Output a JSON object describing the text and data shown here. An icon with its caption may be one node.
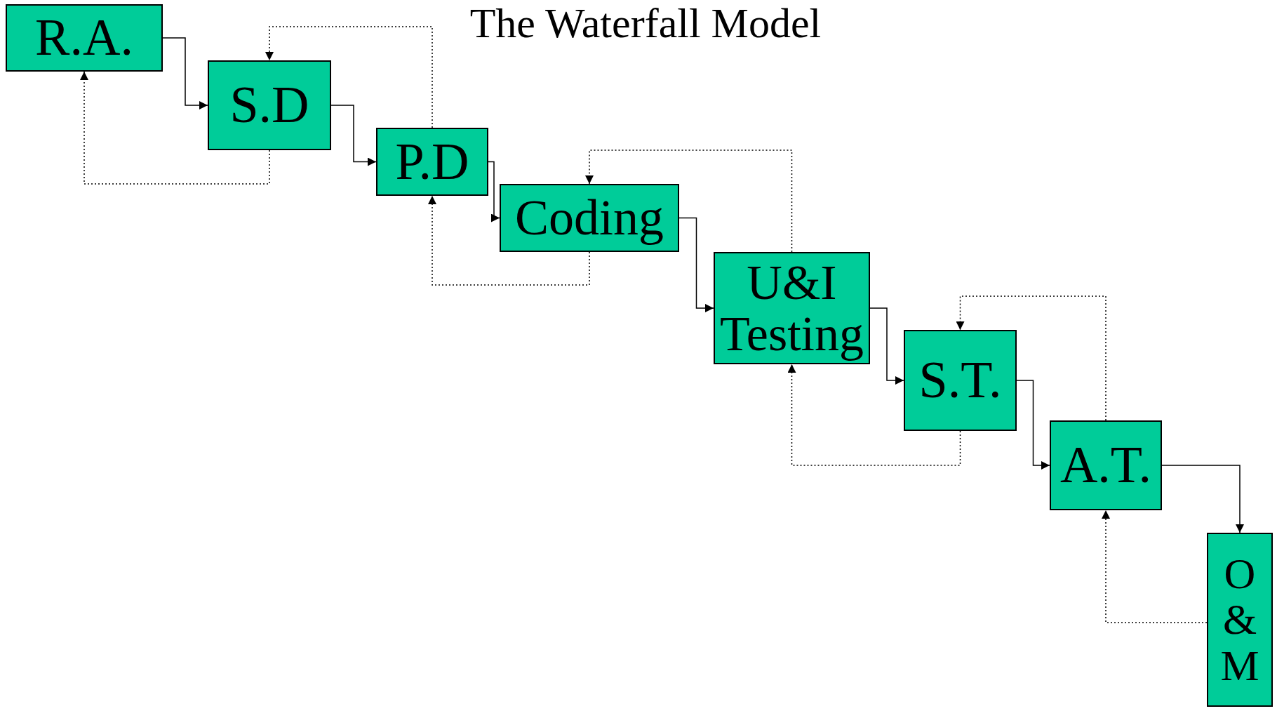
{
  "diagram": {
    "title": "The Waterfall Model",
    "nodes": [
      {
        "text": [
          "R.A."
        ]
      },
      {
        "text": [
          "S.D"
        ]
      },
      {
        "text": [
          "P.D"
        ]
      },
      {
        "text": [
          "Coding"
        ]
      },
      {
        "text": [
          "U&I Testing"
        ]
      },
      {
        "text": [
          "S.T."
        ]
      },
      {
        "text": [
          "A.T."
        ]
      },
      {
        "text": [
          "O & M"
        ]
      }
    ],
    "edges": [
      {
        "from": 0,
        "to": 1,
        "arrow": "to"
      },
      {
        "from": 1,
        "to": 2,
        "arrow": "to"
      },
      {
        "from": 2,
        "to": 3,
        "arrow": "to"
      },
      {
        "from": 3,
        "to": 4,
        "arrow": "to"
      },
      {
        "from": 4,
        "to": 5,
        "arrow": "to"
      },
      {
        "from": 5,
        "to": 6,
        "arrow": "to"
      },
      {
        "from": 6,
        "to": 7,
        "arrow": "to"
      },
      {
        "from": 1,
        "to": 0,
        "arrow": "to",
        "style": "dashed"
      },
      {
        "from": 2,
        "to": 1,
        "arrow": "to",
        "style": "dashed"
      },
      {
        "from": 3,
        "to": 2,
        "arrow": "to",
        "style": "dashed"
      },
      {
        "from": 4,
        "to": 3,
        "arrow": "to",
        "style": "dashed"
      },
      {
        "from": 5,
        "to": 4,
        "arrow": "to",
        "style": "dashed"
      },
      {
        "from": 6,
        "to": 5,
        "arrow": "to",
        "style": "dashed"
      },
      {
        "from": 7,
        "to": 6,
        "arrow": "to",
        "style": "dashed"
      }
    ]
  }
}
